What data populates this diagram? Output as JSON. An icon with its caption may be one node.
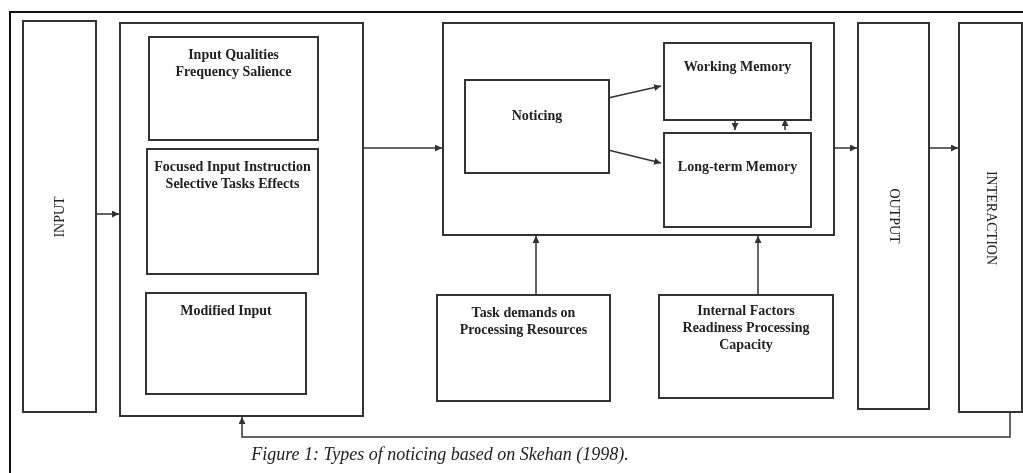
{
  "diagram": {
    "caption": "Figure 1: Types of noticing based on Skehan (1998).",
    "nodes": [
      {
        "text": [
          "INPUT"
        ]
      },
      {
        "text": [],
        "shape": "box"
      },
      {
        "text": [
          "Input Qualities Frequency Salience"
        ],
        "in": 1
      },
      {
        "text": [
          "Focused Input Instruction Selective Tasks Effects"
        ],
        "in": 1
      },
      {
        "text": [
          "Modified Input"
        ],
        "in": 1
      },
      {
        "text": [],
        "shape": "box"
      },
      {
        "text": [
          "Noticing"
        ],
        "in": 5
      },
      {
        "text": [
          "Working Memory"
        ],
        "in": 5
      },
      {
        "text": [
          "Long-term Memory"
        ],
        "in": 5
      },
      {
        "text": [
          "OUTPUT"
        ]
      },
      {
        "text": [
          "INTERACTION"
        ]
      },
      {
        "text": [
          "Task demands on Processing Resources"
        ]
      },
      {
        "text": [
          "Internal Factors Readiness Processing Capacity"
        ]
      }
    ],
    "edges": [
      {
        "from": 0,
        "to": 1,
        "arrow": "to"
      },
      {
        "from": 1,
        "to": 5,
        "arrow": "to"
      },
      {
        "from": 6,
        "to": 7,
        "arrow": "to"
      },
      {
        "from": 6,
        "to": 8,
        "arrow": "to"
      },
      {
        "from": 7,
        "to": 8,
        "arrow": "to"
      },
      {
        "from": 8,
        "to": 7,
        "arrow": "to"
      },
      {
        "from": 5,
        "to": 9,
        "arrow": "to"
      },
      {
        "from": 9,
        "to": 10,
        "arrow": "to"
      },
      {
        "from": 10,
        "to": 1,
        "arrow": "to"
      },
      {
        "from": 11,
        "to": 5,
        "arrow": "to"
      },
      {
        "from": 12,
        "to": 5,
        "arrow": "to"
      }
    ]
  }
}
